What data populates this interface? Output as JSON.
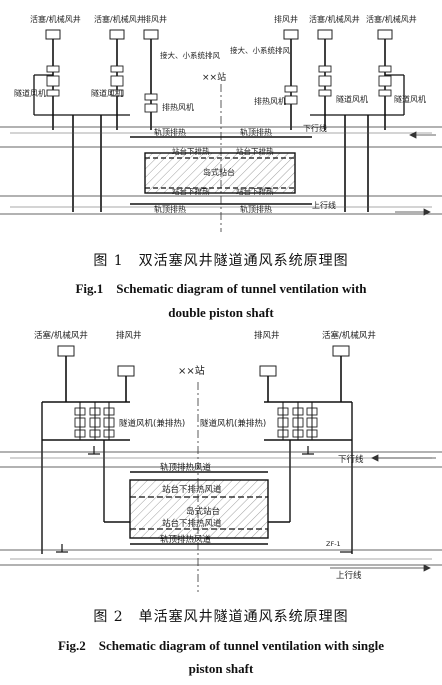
{
  "figure1": {
    "labels": {
      "piston_mech_shaft": "活塞/机械风井",
      "exhaust_shaft": "排风井",
      "enlarge_small_system": "接大、小系统排风",
      "tunnel_fan": "隧道风机",
      "exhaust_fan": "排热风机",
      "station": "××站",
      "rail_top_exhaust": "轨顶排热",
      "platform_under_exhaust": "站台下排热",
      "island_platform": "岛式站台",
      "down_line": "下行线",
      "up_line": "上行线"
    },
    "caption_cn": "图 1　双活塞风井隧道通风系统原理图",
    "caption_en_1": "Fig.1　Schematic diagram of tunnel ventilation with",
    "caption_en_2": "double piston shaft"
  },
  "figure2": {
    "labels": {
      "piston_mech_shaft": "活塞/机械风井",
      "exhaust_shaft": "排风井",
      "station": "××站",
      "tunnel_fan_combo": "隧道风机(兼排热)",
      "rail_top_duct": "轨顶排热风道",
      "platform_under_duct": "站台下排热风道",
      "island_platform": "岛式站台",
      "down_line": "下行线",
      "up_line": "上行线",
      "equipment_tag": "ZF-1"
    },
    "caption_cn": "图 2　单活塞风井隧道通风系统原理图",
    "caption_en_1": "Fig.2　Schematic diagram of tunnel ventilation with single",
    "caption_en_2": "piston shaft"
  }
}
